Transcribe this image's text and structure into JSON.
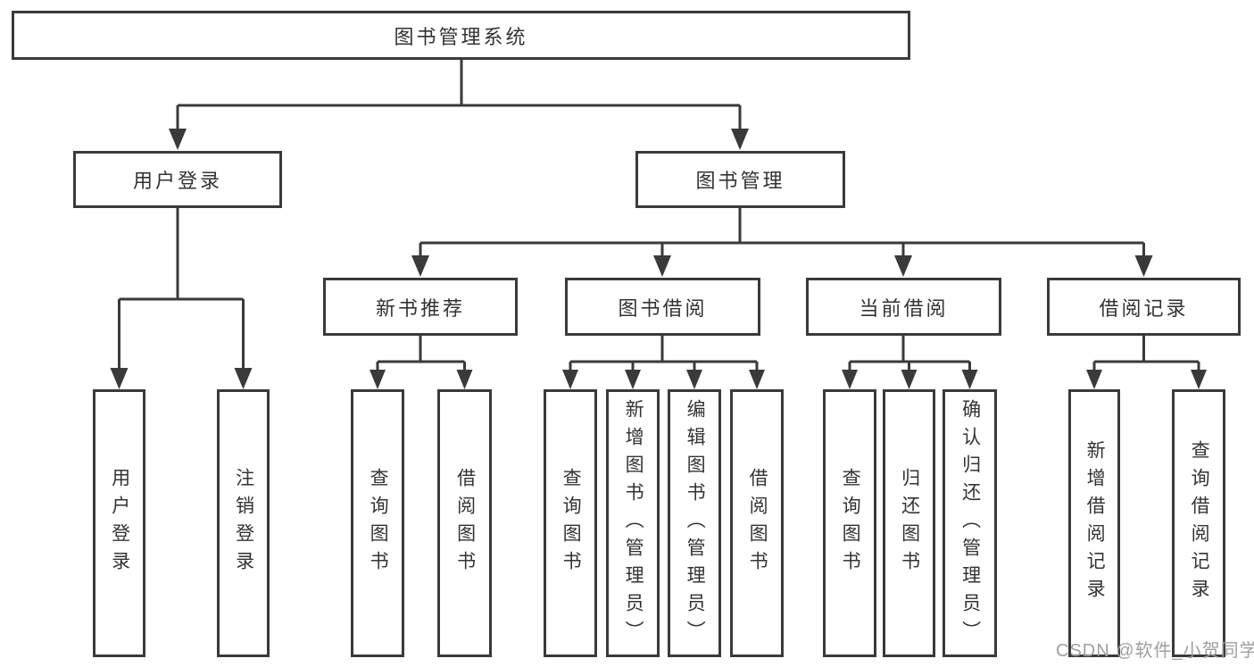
{
  "diagram_title": "图书管理系统",
  "colors": {
    "line": "#3a3a3a",
    "box_border": "#3a3a3a",
    "text": "#333333",
    "background": "#ffffff",
    "watermark": "#9f9f9f"
  },
  "tree": {
    "root": {
      "label": "图书管理系统",
      "children": [
        {
          "label": "用户登录",
          "children": [
            {
              "label": "用户登录"
            },
            {
              "label": "注销登录"
            }
          ]
        },
        {
          "label": "图书管理",
          "children": [
            {
              "label": "新书推荐",
              "children": [
                {
                  "label": "查询图书"
                },
                {
                  "label": "借阅图书"
                }
              ]
            },
            {
              "label": "图书借阅",
              "children": [
                {
                  "label": "查询图书"
                },
                {
                  "label": "新增图书（管理员）"
                },
                {
                  "label": "编辑图书（管理员）"
                },
                {
                  "label": "借阅图书"
                }
              ]
            },
            {
              "label": "当前借阅",
              "children": [
                {
                  "label": "查询图书"
                },
                {
                  "label": "归还图书"
                },
                {
                  "label": "确认归还（管理员）"
                }
              ]
            },
            {
              "label": "借阅记录",
              "children": [
                {
                  "label": "新增借阅记录"
                },
                {
                  "label": "查询借阅记录"
                }
              ]
            }
          ]
        }
      ]
    }
  },
  "watermark": {
    "text": "CSDN @软件_小贺同学"
  }
}
